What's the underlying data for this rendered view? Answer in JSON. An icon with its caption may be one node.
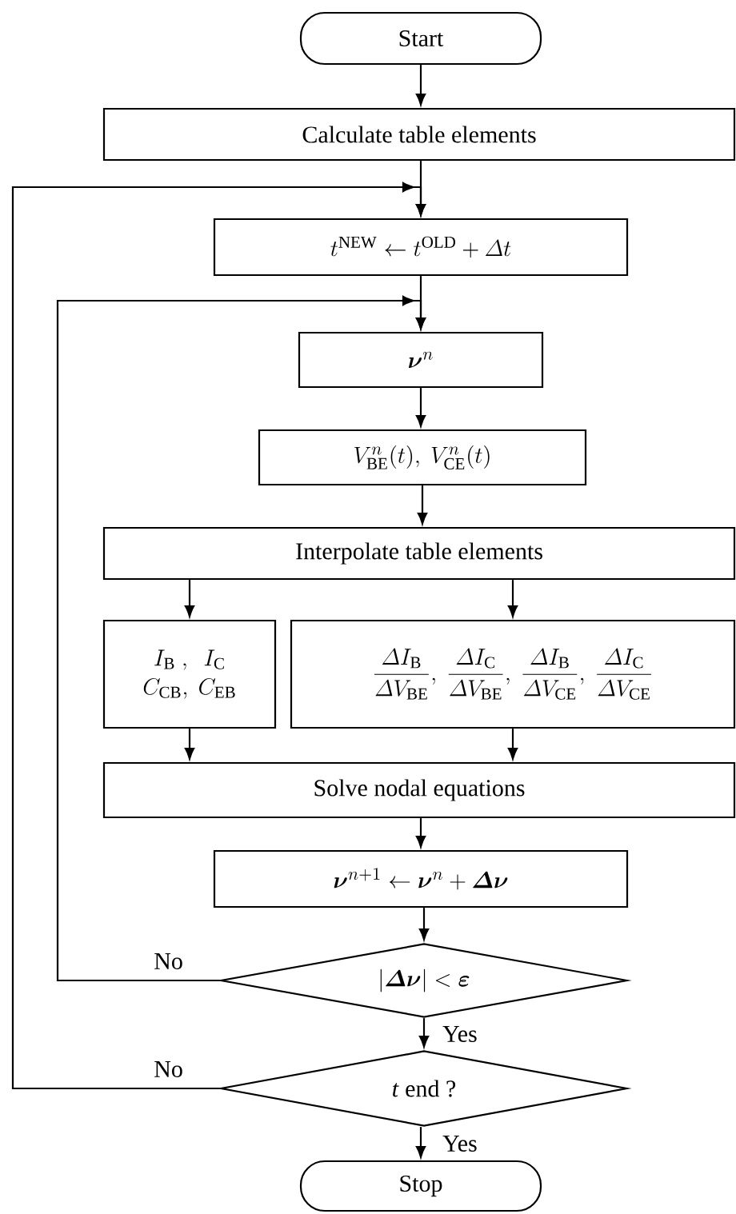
{
  "diagram": {
    "nodes": [
      {
        "text": [
          "Start"
        ]
      },
      {
        "text": [
          "Calculate table elements"
        ]
      },
      {
        "text": [
          "t^{\\mathrm{NEW}} \\leftarrow t^{\\mathrm{OLD}} + \\varDelta t"
        ]
      },
      {
        "text": [
          "\\boldsymbol{\\nu}^{n}"
        ]
      },
      {
        "text": [
          "V^{n}_{\\mathrm{BE}}(t),\\ V^{n}_{\\mathrm{CE}}(t)"
        ]
      },
      {
        "text": [
          "Interpolate table elements"
        ]
      },
      {
        "text": [
          "\\begin{array}{c} I_{\\mathrm{B}}\\ ,\\ \\ I_{\\mathrm{C}} \\\\ C_{\\mathrm{CB}},\\ C_{\\mathrm{EB}} \\end{array}"
        ]
      },
      {
        "text": [
          "\\frac{\\varDelta I_{\\mathrm{B}}}{\\varDelta V_{\\mathrm{BE}}},\\ \\frac{\\varDelta I_{\\mathrm{C}}}{\\varDelta V_{\\mathrm{BE}}},\\ \\frac{\\varDelta I_{\\mathrm{B}}}{\\varDelta V_{\\mathrm{CE}}},\\ \\frac{\\varDelta I_{\\mathrm{C}}}{\\varDelta V_{\\mathrm{CE}}}"
        ]
      },
      {
        "text": [
          "Solve nodal equations"
        ]
      },
      {
        "text": [
          "\\boldsymbol{\\nu}^{n+1} \\leftarrow \\boldsymbol{\\nu}^{n} + \\boldsymbol{\\varDelta\\nu}"
        ]
      },
      {
        "text": [
          "|\\boldsymbol{\\varDelta\\nu}| < \\boldsymbol{\\varepsilon}"
        ]
      },
      {
        "text": [
          "*t* end ?"
        ]
      },
      {
        "text": [
          "Stop"
        ]
      }
    ],
    "edges": [
      {
        "from": 0,
        "to": 1,
        "arrow": "to"
      },
      {
        "from": 1,
        "to": 2,
        "arrow": "to"
      },
      {
        "from": 2,
        "to": 3,
        "arrow": "to"
      },
      {
        "from": 3,
        "to": 4,
        "arrow": "to"
      },
      {
        "from": 4,
        "to": 5,
        "arrow": "to"
      },
      {
        "from": 5,
        "to": 6,
        "arrow": "to"
      },
      {
        "from": 5,
        "to": 7,
        "arrow": "to"
      },
      {
        "from": 6,
        "to": 8,
        "arrow": "to"
      },
      {
        "from": 7,
        "to": 8,
        "arrow": "to"
      },
      {
        "from": 8,
        "to": 9,
        "arrow": "to"
      },
      {
        "from": 9,
        "to": 10,
        "arrow": "to"
      },
      {
        "from": 10,
        "to": 11,
        "arrow": "to",
        "label": "Yes"
      },
      {
        "from": 11,
        "to": 12,
        "arrow": "to",
        "label": "Yes"
      },
      {
        "from": 10,
        "to": 3,
        "arrow": "to",
        "label": "No"
      },
      {
        "from": 11,
        "to": 2,
        "arrow": "to",
        "label": "No"
      }
    ]
  }
}
